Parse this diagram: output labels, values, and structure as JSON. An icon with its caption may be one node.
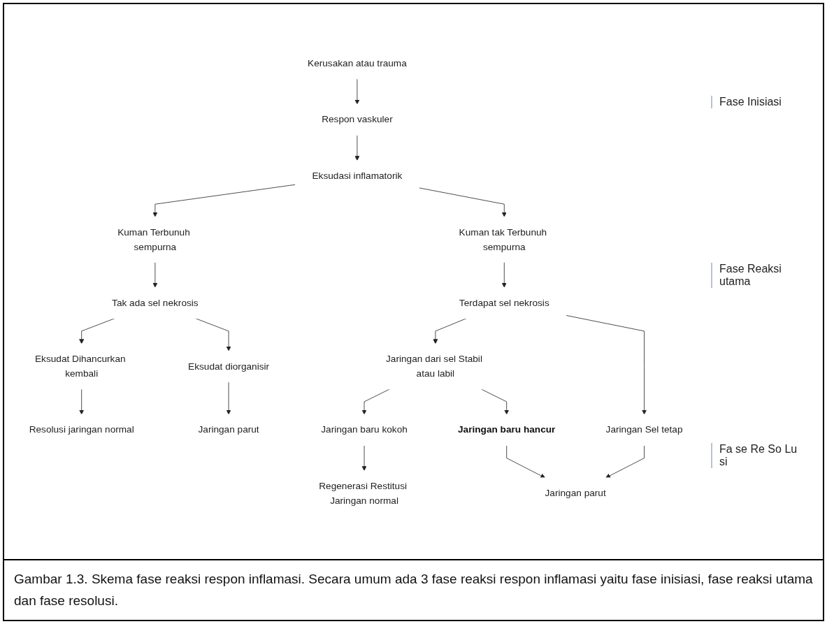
{
  "diagram": {
    "caption": "Gambar 1.3. Skema fase reaksi respon inflamasi. Secara umum ada 3 fase reaksi respon inflamasi yaitu fase inisiasi, fase reaksi utama dan fase resolusi.",
    "nodes": [
      {
        "text": [
          "Kerusakan atau trauma"
        ]
      },
      {
        "text": [
          "Respon vaskuler"
        ]
      },
      {
        "text": [
          "Eksudasi inflamatorik"
        ]
      },
      {
        "text": [
          "Kuman Terbunuh sempurna"
        ]
      },
      {
        "text": [
          "Kuman tak Terbunuh sempurna"
        ]
      },
      {
        "text": [
          "Tak ada sel nekrosis"
        ]
      },
      {
        "text": [
          "Terdapat sel nekrosis"
        ]
      },
      {
        "text": [
          "Eksudat Dihancurkan kembali"
        ]
      },
      {
        "text": [
          "Eksudat diorganisir"
        ]
      },
      {
        "text": [
          "Jaringan dari sel Stabil atau labil"
        ]
      },
      {
        "text": [
          "Jaringan Sel tetap"
        ]
      },
      {
        "text": [
          "Resolusi jaringan normal"
        ]
      },
      {
        "text": [
          "Jaringan parut"
        ]
      },
      {
        "text": [
          "Jaringan baru kokoh"
        ]
      },
      {
        "text": [
          "Jaringan baru hancur"
        ]
      },
      {
        "text": [
          "Regenerasi Restitusi Jaringan normal"
        ]
      },
      {
        "text": [
          "Jaringan parut"
        ]
      }
    ],
    "edges": [
      {
        "from": 0,
        "to": 1,
        "arrow": "to"
      },
      {
        "from": 1,
        "to": 2,
        "arrow": "to"
      },
      {
        "from": 2,
        "to": 3,
        "arrow": "to"
      },
      {
        "from": 2,
        "to": 4,
        "arrow": "to"
      },
      {
        "from": 3,
        "to": 5,
        "arrow": "to"
      },
      {
        "from": 4,
        "to": 6,
        "arrow": "to"
      },
      {
        "from": 5,
        "to": 7,
        "arrow": "to"
      },
      {
        "from": 5,
        "to": 8,
        "arrow": "to"
      },
      {
        "from": 6,
        "to": 9,
        "arrow": "to"
      },
      {
        "from": 6,
        "to": 10,
        "arrow": "to"
      },
      {
        "from": 7,
        "to": 11,
        "arrow": "to"
      },
      {
        "from": 8,
        "to": 12,
        "arrow": "to"
      },
      {
        "from": 9,
        "to": 13,
        "arrow": "to"
      },
      {
        "from": 9,
        "to": 14,
        "arrow": "to"
      },
      {
        "from": 13,
        "to": 15,
        "arrow": "to"
      },
      {
        "from": 14,
        "to": 16,
        "arrow": "to"
      },
      {
        "from": 10,
        "to": 16,
        "arrow": "to"
      }
    ],
    "labels": [
      "Fase Inisiasi",
      "Fase Reaksi utama",
      "Fa se Re So Lu si"
    ]
  }
}
